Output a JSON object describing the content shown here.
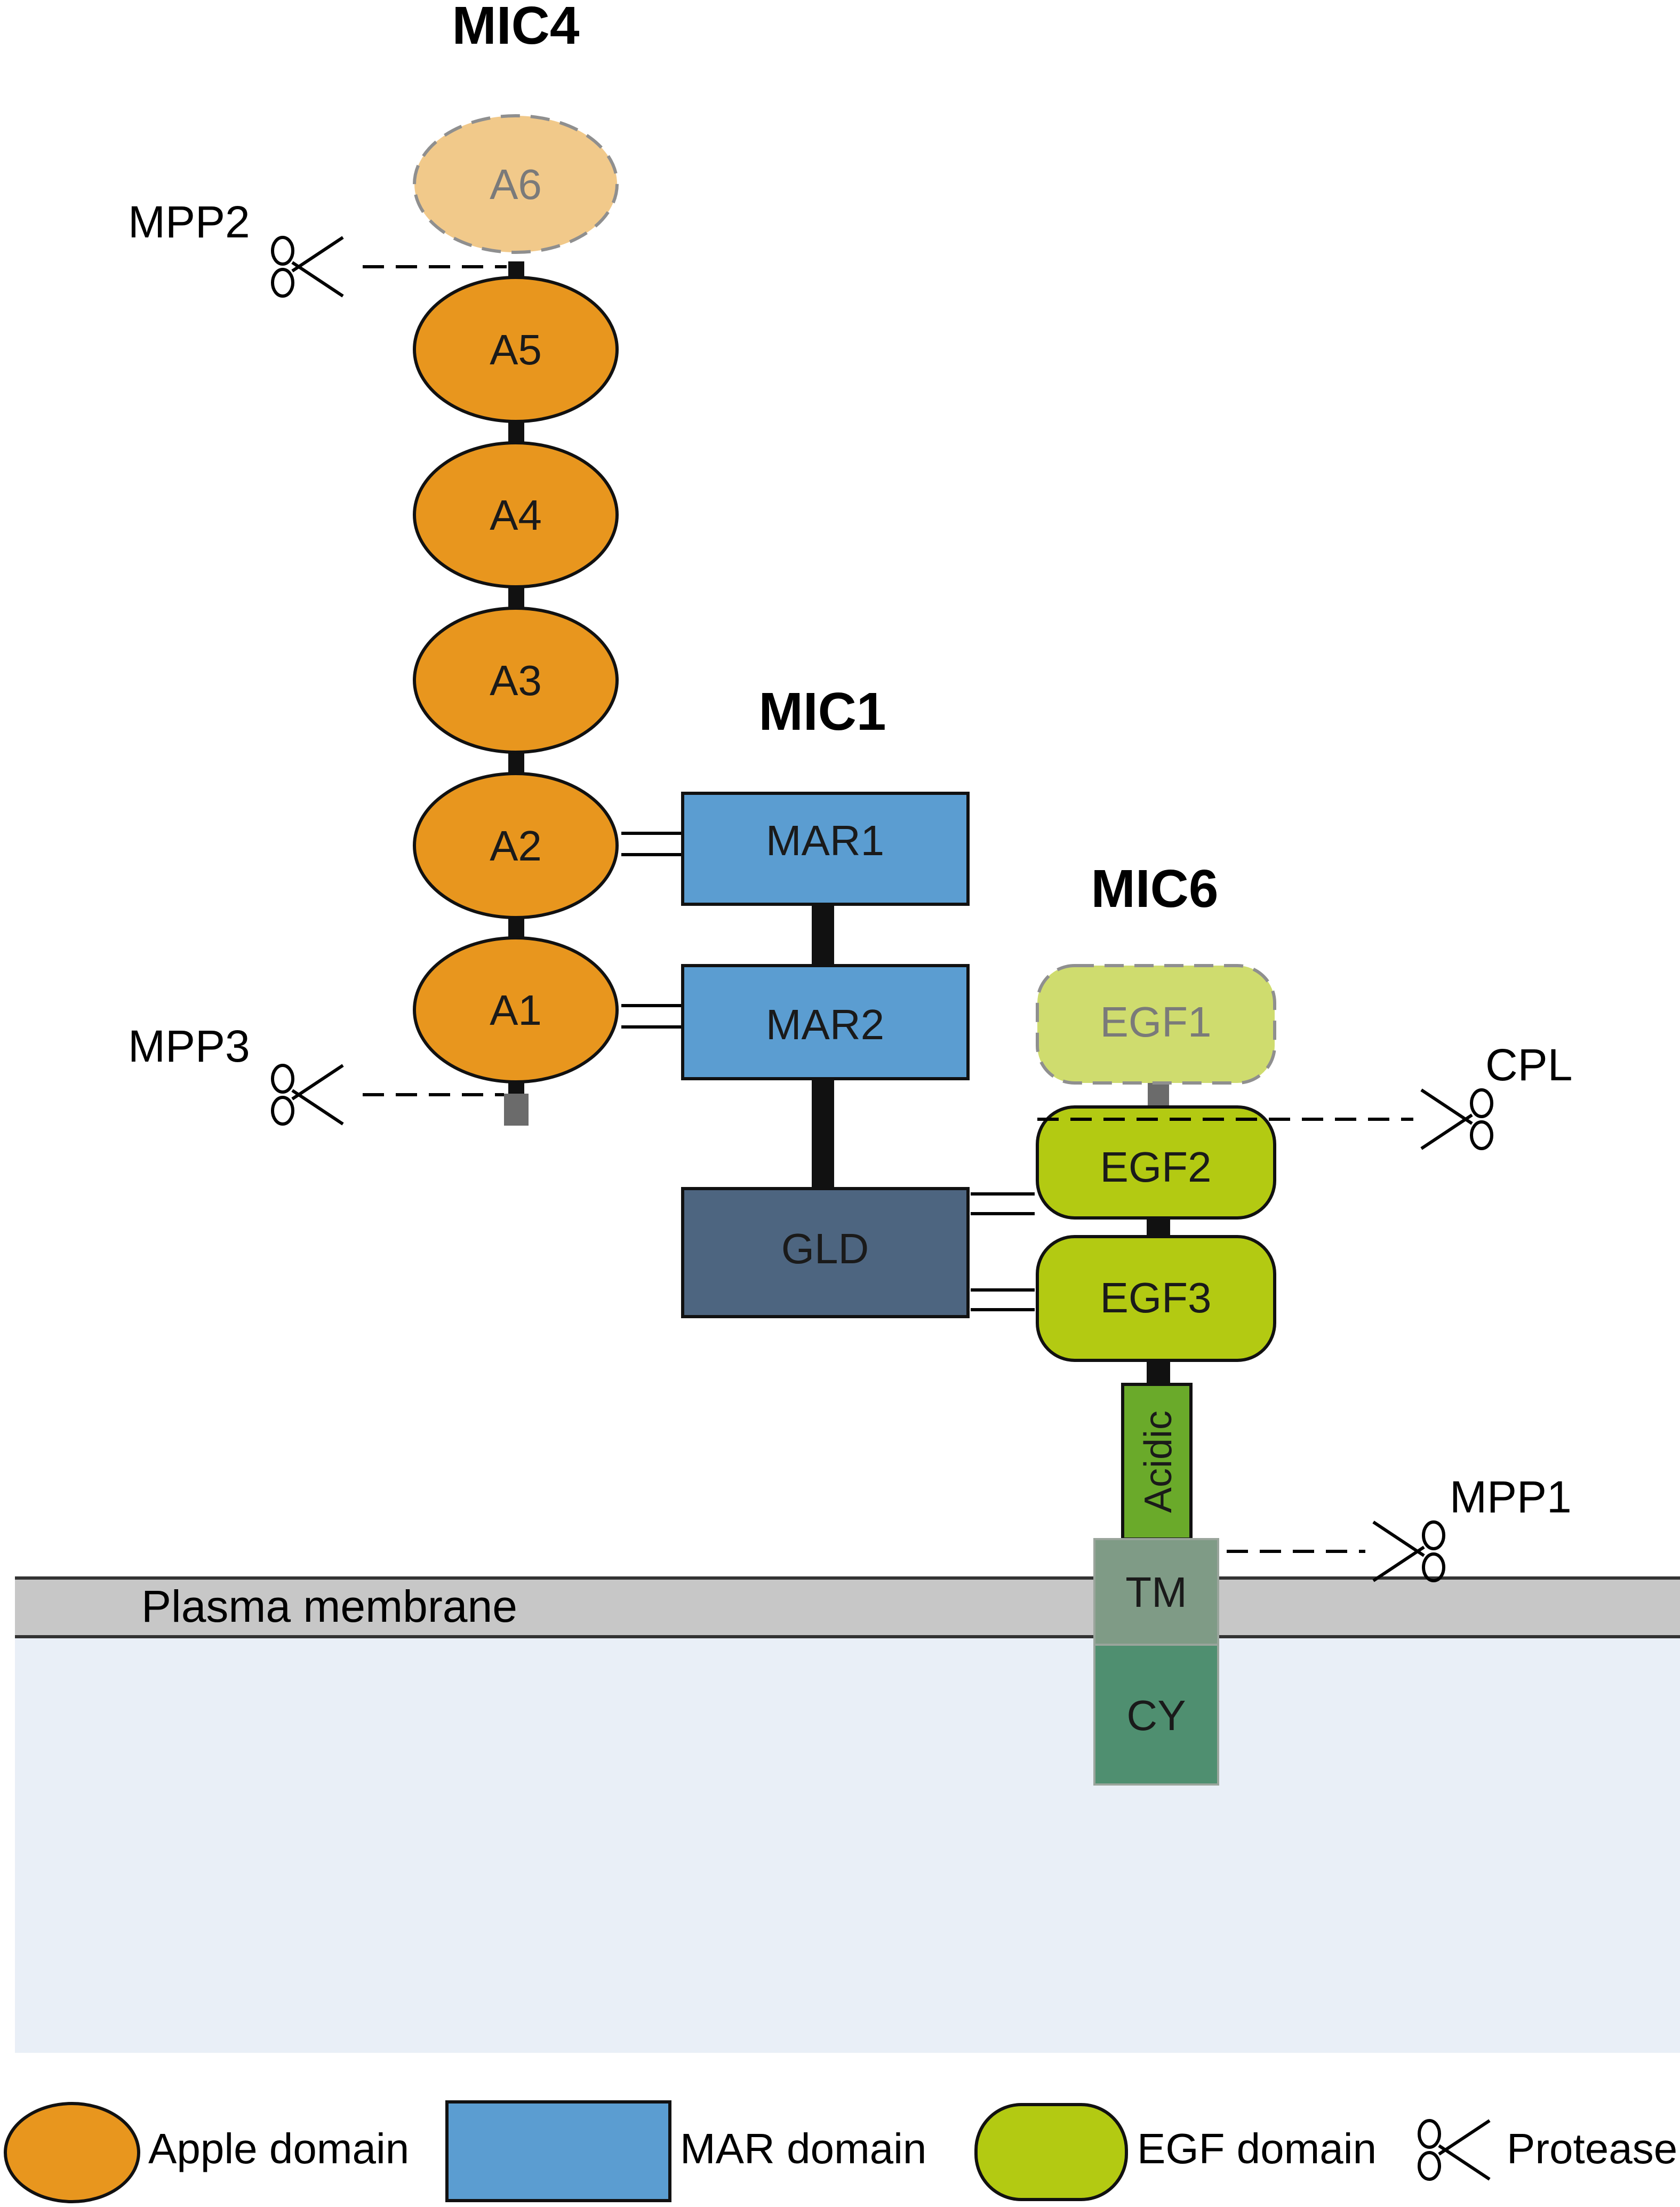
{
  "proteins": {
    "mic4": {
      "title": "MIC4",
      "domains": [
        "A6",
        "A5",
        "A4",
        "A3",
        "A2",
        "A1"
      ],
      "faded_domain": "A6"
    },
    "mic1": {
      "title": "MIC1",
      "domains": [
        "MAR1",
        "MAR2",
        "GLD"
      ]
    },
    "mic6": {
      "title": "MIC6",
      "domains": [
        "EGF1",
        "EGF2",
        "EGF3",
        "Acidic",
        "TM",
        "CY"
      ],
      "faded_domain": "EGF1"
    }
  },
  "proteases": {
    "mpp2": "MPP2",
    "mpp3": "MPP3",
    "cpl": "CPL",
    "mpp1": "MPP1"
  },
  "membrane": {
    "label": "Plasma membrane"
  },
  "legend": {
    "apple": "Apple domain",
    "mar": "MAR domain",
    "egf": "EGF domain",
    "protease": "Protease"
  },
  "colors": {
    "apple": "#e8961e",
    "apple_faded": "#f1c98a",
    "mar": "#5b9dd1",
    "gld": "#4d6580",
    "egf": "#b3ca12",
    "egf_faded": "#cfdc6e",
    "acidic": "#6aaa2a",
    "tm": "#7f9b86",
    "cy": "#4f8f70",
    "membrane": "#c7c7c7",
    "cytoplasm": "#e9eff7"
  },
  "icons": {
    "protease": "scissors-icon"
  }
}
